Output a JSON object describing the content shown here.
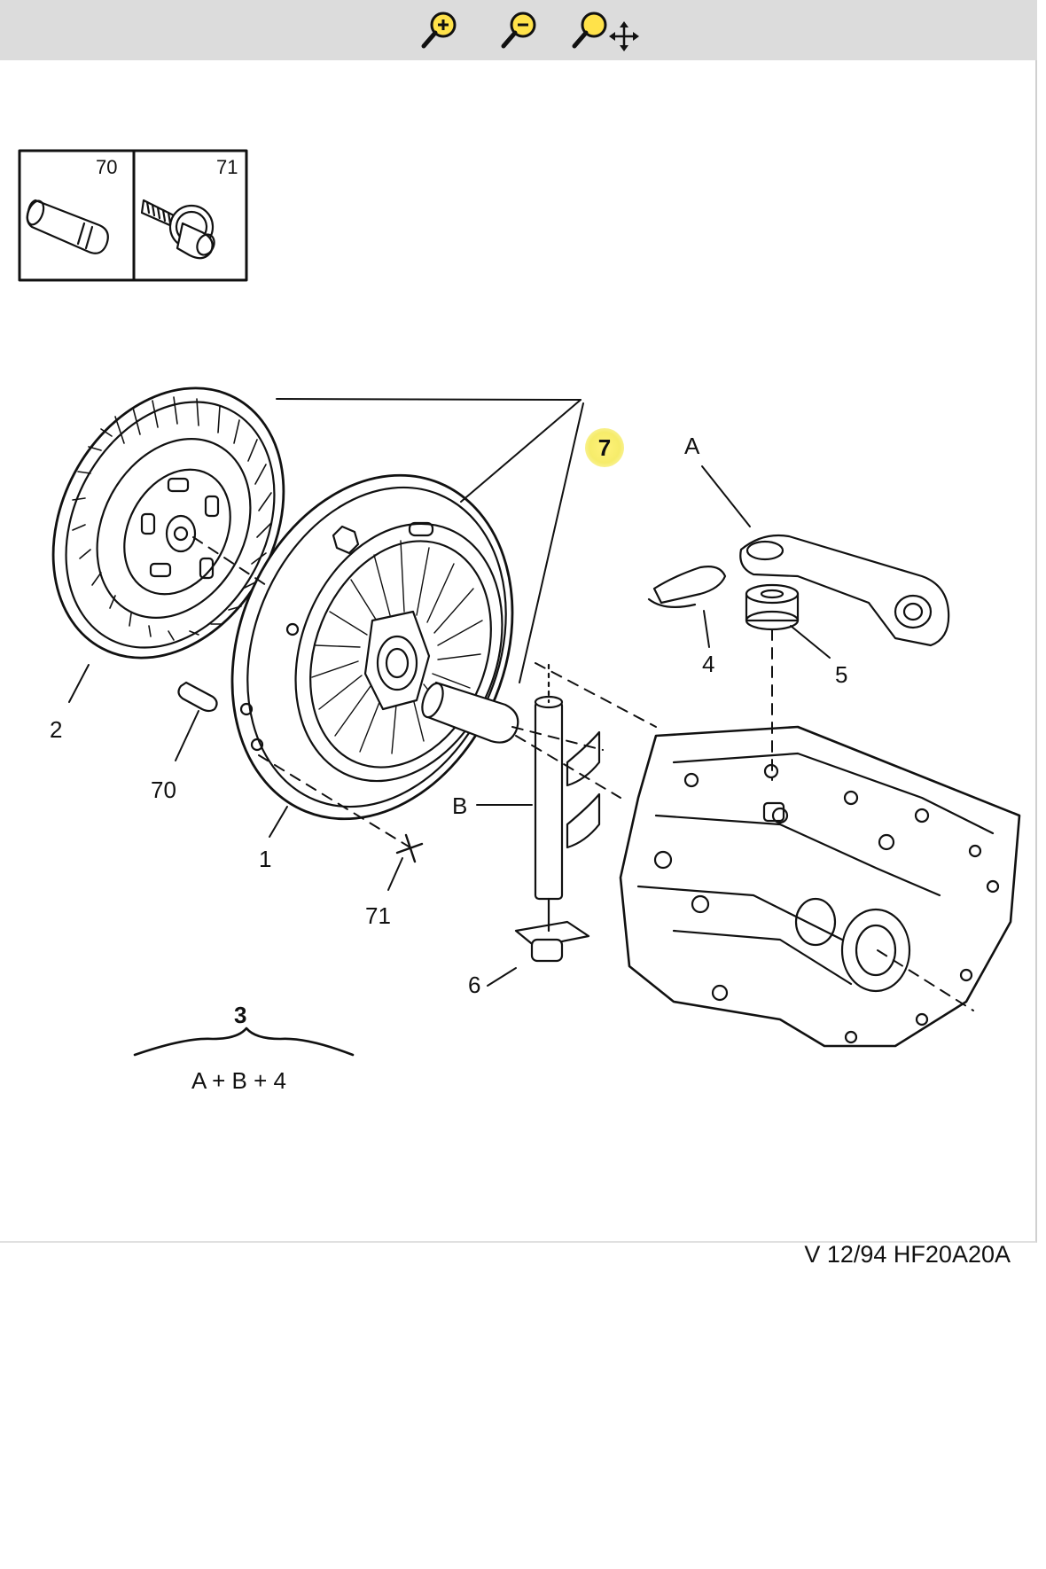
{
  "toolbar": {
    "zoom_in_icon": "zoom-in-icon",
    "zoom_out_icon": "zoom-out-icon",
    "pan_zoom_icon": "pan-zoom-icon"
  },
  "inset": {
    "left_label": "70",
    "right_label": "71"
  },
  "callouts": {
    "p1": "1",
    "p2": "2",
    "p3": "3",
    "p4": "4",
    "p5": "5",
    "p6": "6",
    "p7": "7",
    "p70": "70",
    "p71": "71",
    "pA": "A",
    "pB": "B"
  },
  "kit_formula": "A + B + 4",
  "caption": "V 12/94 HF20A20A",
  "colors": {
    "toolbar_bg": "#dcdcdc",
    "highlight": "#f6ec6a",
    "line": "#111111"
  }
}
